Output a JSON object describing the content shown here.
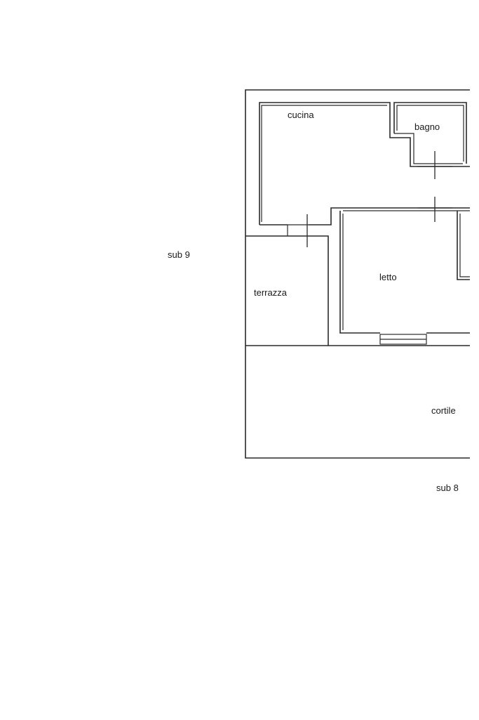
{
  "rooms": {
    "cucina": "cucina",
    "bagno": "bagno",
    "letto": "letto",
    "terrazza": "terrazza",
    "cortile": "cortile"
  },
  "neighbors": {
    "sub9": "sub 9",
    "sub8": "sub 8"
  }
}
